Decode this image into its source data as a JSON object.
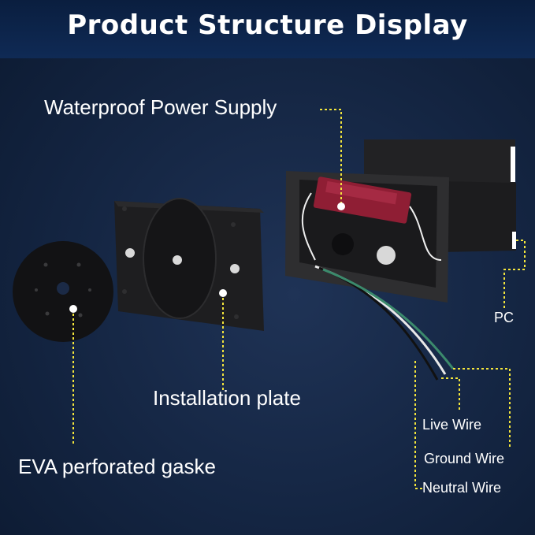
{
  "header": {
    "title": "Product Structure Display"
  },
  "labels": {
    "power_supply": "Waterproof Power Supply",
    "installation_plate": "Installation plate",
    "eva_gasket": "EVA perforated gaske",
    "pc": "PC",
    "live_wire": "Live Wire",
    "ground_wire": "Ground Wire",
    "neutral_wire": "Neutral Wire"
  },
  "colors": {
    "leader_line": "#f3e53c",
    "power_supply_body": "#8f1e34",
    "housing": "#2e2e30"
  }
}
